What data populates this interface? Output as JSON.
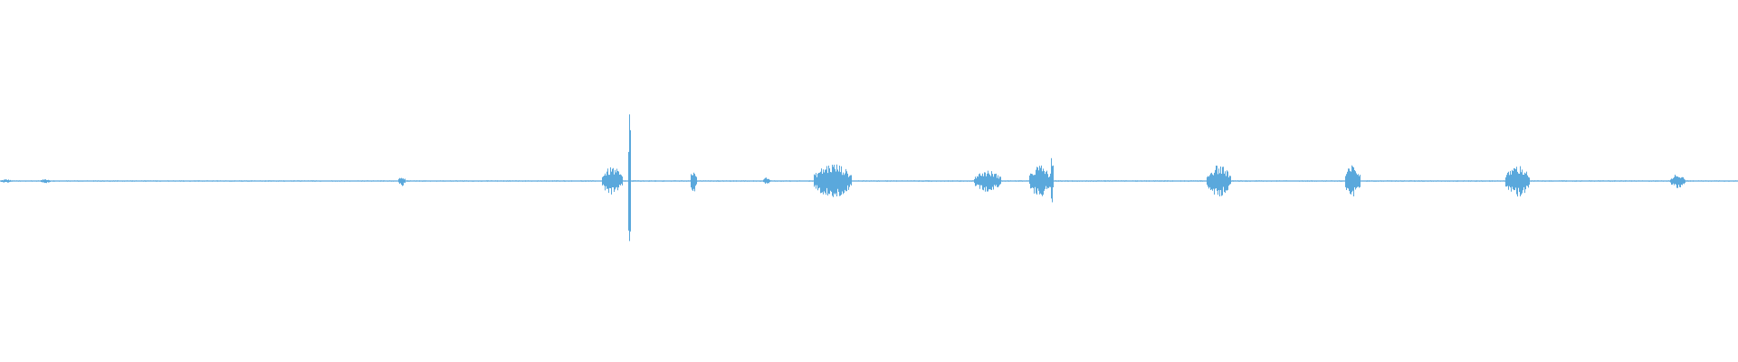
{
  "waveform": {
    "color": "#5aa8dc",
    "background": "#ffffff",
    "baseline_amplitude": 0.004,
    "duration_fraction_bursts": [
      {
        "center": 0.0035,
        "width": 0.007,
        "amp": 0.01
      },
      {
        "center": 0.026,
        "width": 0.006,
        "amp": 0.012
      },
      {
        "center": 0.231,
        "width": 0.004,
        "amp": 0.03
      },
      {
        "center": 0.352,
        "width": 0.012,
        "amp": 0.08
      },
      {
        "center": 0.362,
        "width": 0.002,
        "amp": 0.43
      },
      {
        "center": 0.399,
        "width": 0.004,
        "amp": 0.07
      },
      {
        "center": 0.441,
        "width": 0.004,
        "amp": 0.02
      },
      {
        "center": 0.479,
        "width": 0.022,
        "amp": 0.1
      },
      {
        "center": 0.568,
        "width": 0.016,
        "amp": 0.06
      },
      {
        "center": 0.598,
        "width": 0.012,
        "amp": 0.09
      },
      {
        "center": 0.605,
        "width": 0.002,
        "amp": 0.14
      },
      {
        "center": 0.701,
        "width": 0.014,
        "amp": 0.09
      },
      {
        "center": 0.778,
        "width": 0.009,
        "amp": 0.09
      },
      {
        "center": 0.873,
        "width": 0.014,
        "amp": 0.09
      },
      {
        "center": 0.965,
        "width": 0.009,
        "amp": 0.04
      }
    ]
  }
}
